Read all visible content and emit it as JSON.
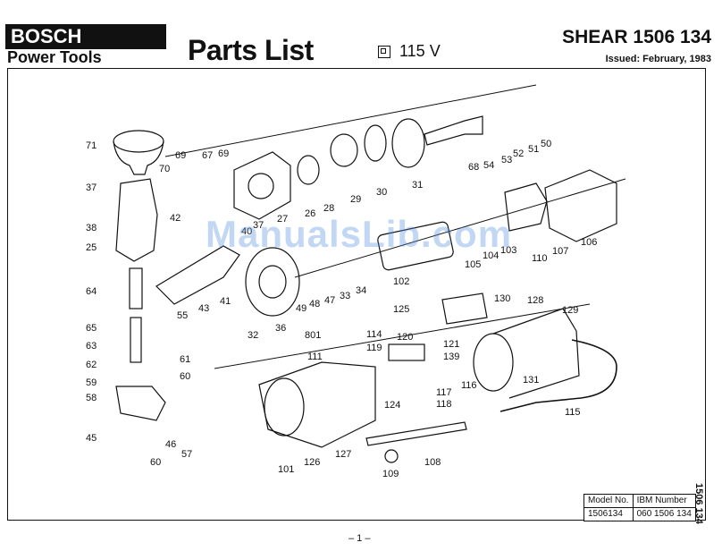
{
  "header": {
    "brand": "BOSCH",
    "brand_sub": "Power Tools",
    "title": "Parts List",
    "voltage": "115 V",
    "model": "SHEAR 1506 134",
    "issued": "Issued: February, 1983"
  },
  "side_label": "1506 134",
  "model_table": {
    "col1_header": "Model No.",
    "col2_header": "IBM Number",
    "col1_value": "1506134",
    "col2_value": "060 1506 134"
  },
  "page_number": "– 1 –",
  "watermark": "ManualsLib.com",
  "parts": [
    "71",
    "70",
    "69",
    "67",
    "69",
    "68",
    "54",
    "53",
    "52",
    "51",
    "50",
    "31",
    "30",
    "29",
    "28",
    "26",
    "27",
    "37",
    "38",
    "42",
    "25",
    "64",
    "65",
    "63",
    "62",
    "61",
    "60",
    "59",
    "58",
    "45",
    "60",
    "46",
    "57",
    "55",
    "43",
    "41",
    "40",
    "37",
    "49",
    "48",
    "47",
    "33",
    "34",
    "32",
    "36",
    "102",
    "105",
    "104",
    "103",
    "110",
    "107",
    "106",
    "130",
    "128",
    "125",
    "120",
    "801",
    "114",
    "119",
    "121",
    "111",
    "139",
    "116",
    "117",
    "118",
    "124",
    "101",
    "126",
    "127",
    "108",
    "109",
    "129",
    "131",
    "115"
  ]
}
